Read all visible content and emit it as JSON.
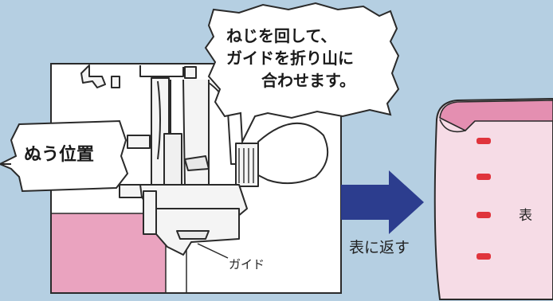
{
  "callout_guide": {
    "line1": "ねじを回して、",
    "line2": "ガイドを折り山に",
    "line3": "合わせます。"
  },
  "callout_position": "ぬう位置",
  "label_guide": "ガイド",
  "label_turn": "表に返す",
  "label_front": "表",
  "colors": {
    "background": "#b5cfe2",
    "fabric_pink": "#eaa3bf",
    "arrow_navy": "#2c3d8e",
    "stitch_red": "#e0343c"
  }
}
